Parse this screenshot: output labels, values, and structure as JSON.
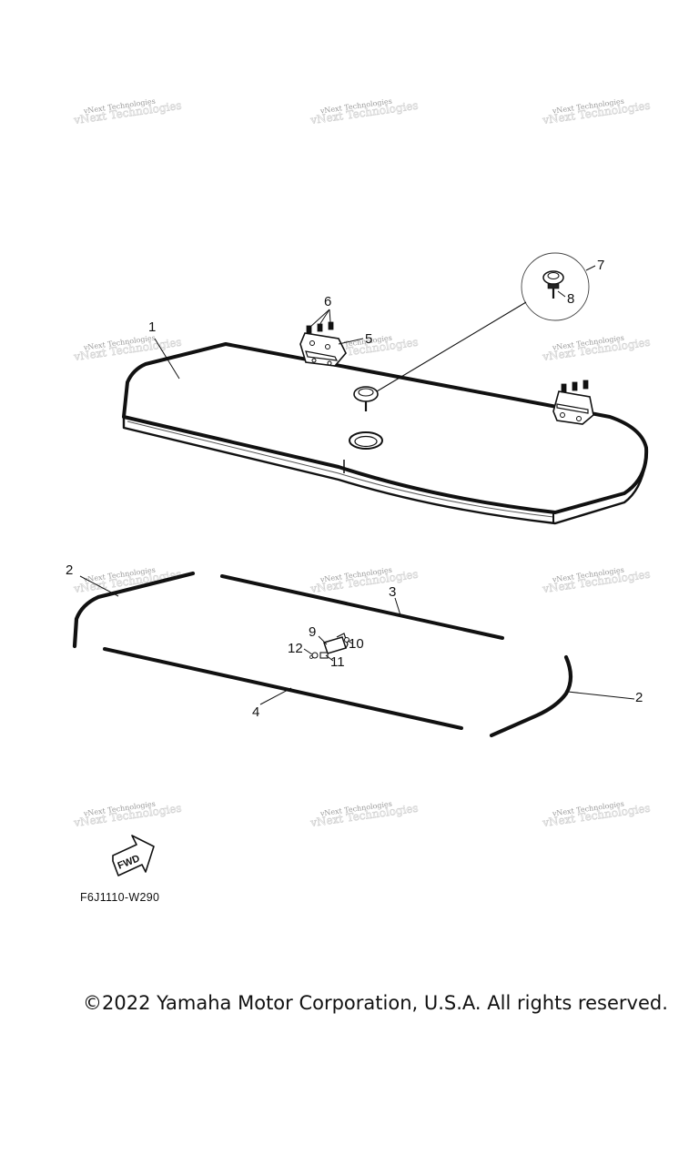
{
  "watermark": {
    "text": "vNext Technologies"
  },
  "callouts": [
    {
      "id": "1",
      "label": "1"
    },
    {
      "id": "2a",
      "label": "2"
    },
    {
      "id": "2b",
      "label": "2"
    },
    {
      "id": "3",
      "label": "3"
    },
    {
      "id": "4",
      "label": "4"
    },
    {
      "id": "5",
      "label": "5"
    },
    {
      "id": "6",
      "label": "6"
    },
    {
      "id": "7",
      "label": "7"
    },
    {
      "id": "8",
      "label": "8"
    },
    {
      "id": "9",
      "label": "9"
    },
    {
      "id": "10",
      "label": "10"
    },
    {
      "id": "11",
      "label": "11"
    },
    {
      "id": "12",
      "label": "12"
    }
  ],
  "fwd_arrow": {
    "label": "FWD"
  },
  "part_code": "F6J1110-W290",
  "copyright": "©2022 Yamaha Motor Corporation, U.S.A. All rights reserved.",
  "colors": {
    "line": "#111111",
    "watermark": "#9a9a9a",
    "background": "#ffffff"
  }
}
